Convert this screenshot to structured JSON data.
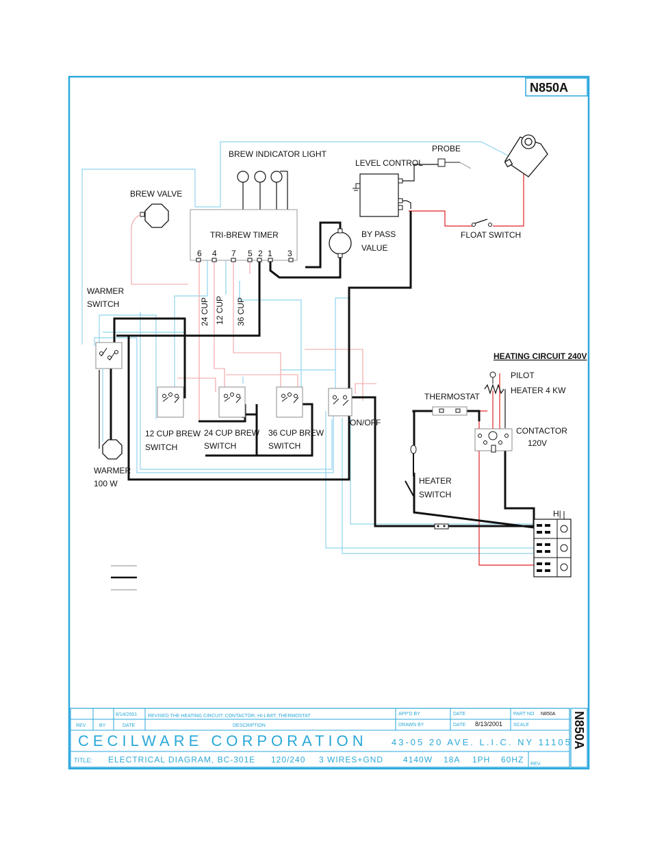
{
  "drawing": {
    "part_number_badge": "N850A",
    "side_part_number": "N850A"
  },
  "labels": {
    "brew_indicator_light": "BREW INDICATOR LIGHT",
    "level_control": "LEVEL CONTROL",
    "probe": "PROBE",
    "brew_valve": "BREW VALVE",
    "tri_brew_timer": "TRI-BREW TIMER",
    "by_pass_1": "BY PASS",
    "by_pass_2": "VALUE",
    "float_switch": "FLOAT SWITCH",
    "warmer_switch_1": "WARMER",
    "warmer_switch_2": "SWITCH",
    "cup24": "24 CUP",
    "cup12": "12 CUP",
    "cup36": "36 CUP",
    "heating_circuit": "HEATING CIRCUIT 240V",
    "pilot": "PILOT",
    "heater": "HEATER 4 KW",
    "thermostat": "THERMOSTAT",
    "contactor_1": "CONTACTOR",
    "contactor_2": "120V",
    "sw12_1": "12 CUP BREW",
    "sw12_2": "SWITCH",
    "sw24_1": "24 CUP BREW",
    "sw24_2": "SWITCH",
    "sw36_1": "36 CUP BREW",
    "sw36_2": "SWITCH",
    "on_off": "ON/OFF",
    "heater_switch_1": "HEATER",
    "heater_switch_2": "SWITCH",
    "warmer_1": "WARMER",
    "warmer_2": "100 W",
    "ground_symbol": "H|"
  },
  "timer_pins": [
    "6",
    "4",
    "7",
    "5",
    "2",
    "1",
    "3"
  ],
  "title_block": {
    "rev_date": "8/14/2001",
    "rev_description": "REVISED THE HEATING CIRCUIT: CONTACTOR, HI-LIMIT, THERMOSTAT",
    "col_rev": "REV",
    "col_by": "BY",
    "col_date": "DATE",
    "col_description": "DESCRIPTION",
    "appd_by": "APP'D BY",
    "date_label": "DATE",
    "part_no_label": "PART NO",
    "part_no_value": "N850A",
    "drawn_by": "DRAWN BY",
    "drawn_date_label": "DATE",
    "drawn_date": "8/13/2001",
    "scale": "SCALE",
    "corporation": "CECILWARE CORPORATION",
    "address": "43-05 20 AVE. L.I.C. NY 11105",
    "title_label": "TITLE:",
    "title_text": "ELECTRICAL DIAGRAM, BC-301E",
    "voltage": "120/240",
    "wires": "3 WIRES+GND",
    "watts": "4140W",
    "amps": "18A",
    "phase": "1PH",
    "hz": "60HZ",
    "rev_label": "REV."
  },
  "colors": {
    "frame": "#2aa7dd",
    "thin_wire": "#8fd3ee",
    "red_wire": "#e02020",
    "pink_wire": "#f0a0a0",
    "black_wire": "#111111"
  }
}
